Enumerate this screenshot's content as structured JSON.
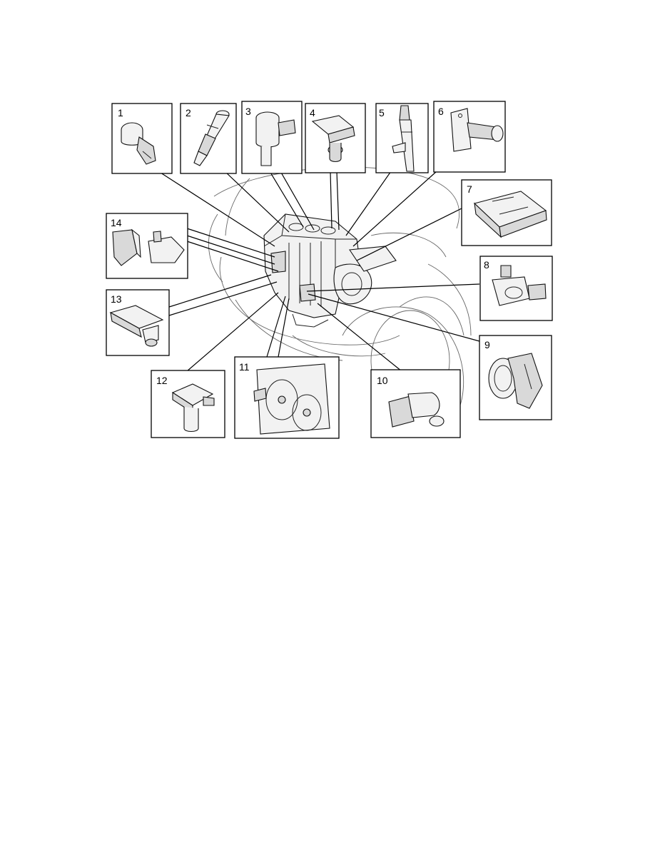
{
  "callouts": [
    "1",
    "2",
    "3",
    "4",
    "5",
    "6",
    "7",
    "8",
    "9",
    "10",
    "11",
    "12",
    "13",
    "14"
  ]
}
